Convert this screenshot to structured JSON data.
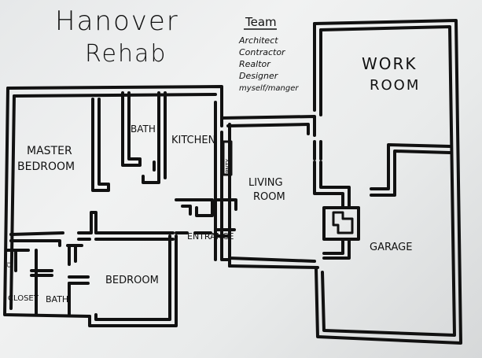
{
  "title": {
    "line1": "Hanover",
    "line2": "Rehab"
  },
  "team": {
    "heading": "Team",
    "members": [
      "Architect",
      "Contractor",
      "Realtor",
      "Designer",
      "myself/manger"
    ]
  },
  "rooms": {
    "master_bedroom": [
      "MASTER",
      "BEDROOM"
    ],
    "bath_upper": "BATH",
    "kitchen": "KITCHEN",
    "living_room": [
      "LIVING",
      "ROOM"
    ],
    "work_room": [
      "WORK",
      "ROOM"
    ],
    "entrance": "ENTRANCE",
    "garage": "GARAGE",
    "bedroom": "BEDROOM",
    "closet": "CLOSET",
    "bath_lower": "BATH",
    "closet_small": "CL.",
    "pantry": "PNTY"
  }
}
